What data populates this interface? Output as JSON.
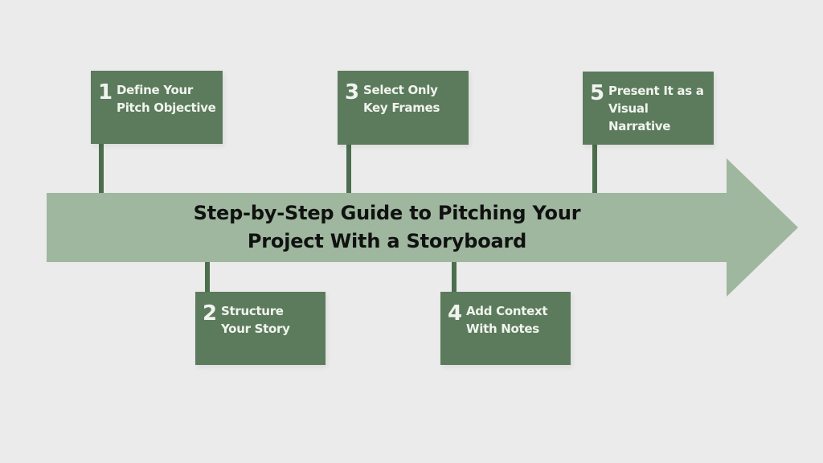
{
  "canvas": {
    "background": "#ebebeb"
  },
  "colors": {
    "box_green": "#5b7b5c",
    "connector_green": "#4c6e4e",
    "arrow_green": "#9eb79e",
    "title_text": "#111111",
    "box_text": "#f1f4ee"
  },
  "arrow": {
    "title": "Step-by-Step Guide to Pitching Your Project With a Storyboard",
    "title_lines": [
      "Step-by-Step Guide to Pitching Your",
      "Project With a Storyboard"
    ]
  },
  "steps": [
    {
      "number": "1",
      "label": "Define Your Pitch Objective",
      "label_lines": [
        "Define Your",
        "Pitch Objective"
      ],
      "position": "top"
    },
    {
      "number": "2",
      "label": "Structure Your Story",
      "label_lines": [
        "Structure",
        "Your Story"
      ],
      "position": "bottom"
    },
    {
      "number": "3",
      "label": "Select Only Key Frames",
      "label_lines": [
        "Select Only",
        "Key Frames"
      ],
      "position": "top"
    },
    {
      "number": "4",
      "label": "Add Context With Notes",
      "label_lines": [
        "Add Context",
        "With Notes"
      ],
      "position": "bottom"
    },
    {
      "number": "5",
      "label": "Present It as a Visual Narrative",
      "label_lines": [
        "Present It as a",
        "Visual",
        "Narrative"
      ],
      "position": "top"
    }
  ]
}
